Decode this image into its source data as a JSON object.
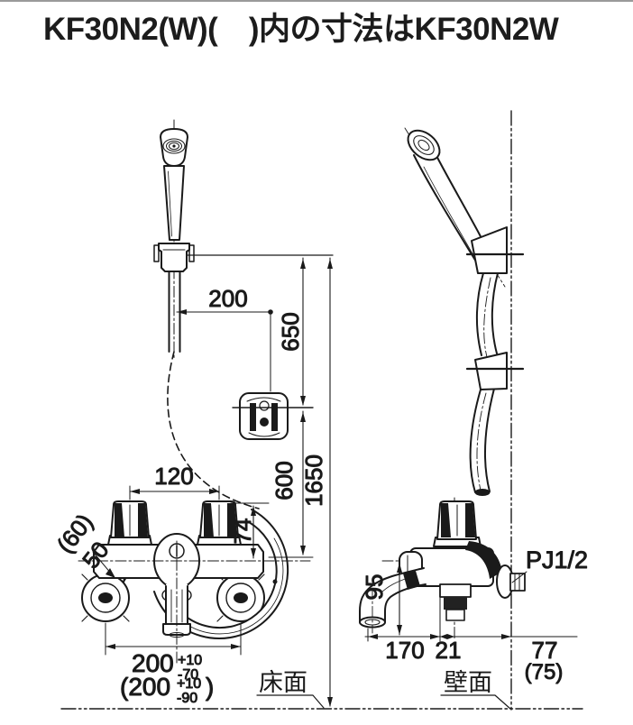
{
  "title": "KF30N2(W)(　)内の寸法はKF30N2W",
  "labels": {
    "floor_surface": "床面",
    "wall_surface": "壁面",
    "thread_type": "PJ1/2"
  },
  "dimensions": {
    "hanger_offset": "200",
    "hanger_to_bracket": "650",
    "bracket_to_faucet": "600",
    "overall_height": "1650",
    "handle_pitch": "120",
    "handle_width_paren": "(60)",
    "handle_width": "50",
    "shower_port_height": "74",
    "spout_drop": "95",
    "spout_reach": "170",
    "center_offset": "21",
    "wall_clearance": "77",
    "wall_clearance_paren": "(75)",
    "mount_pitch": {
      "value": "200",
      "tol_upper": "+10",
      "tol_lower": "-70"
    },
    "mount_pitch_paren": {
      "open": "(200",
      "tol_upper": "+10",
      "tol_lower": "-90",
      "close": ")"
    }
  },
  "colors": {
    "line": "#1a1a1a",
    "background": "#ffffff"
  }
}
